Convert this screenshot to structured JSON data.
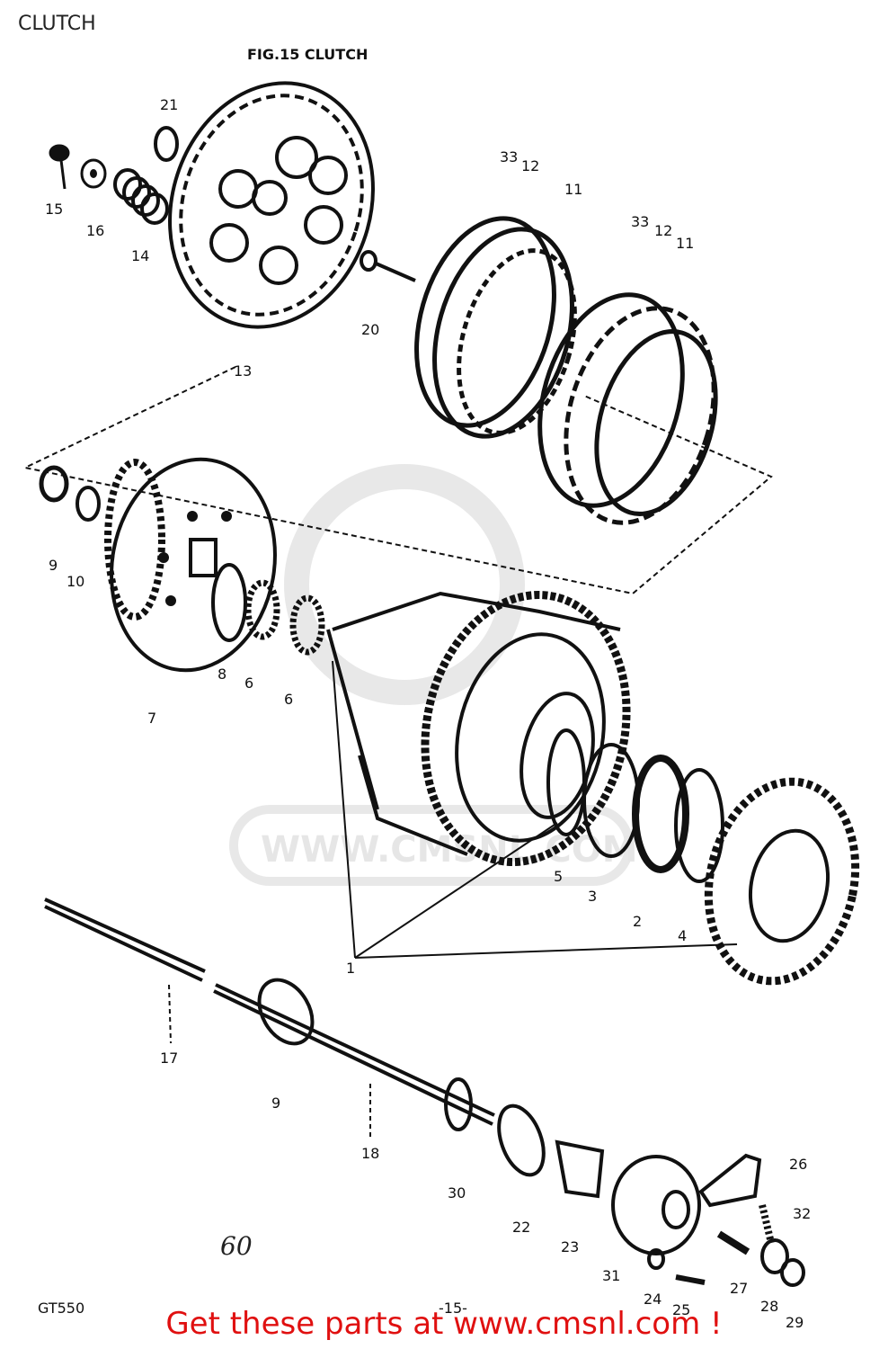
{
  "page_title": "CLUTCH",
  "figure_title": "FIG.15 CLUTCH",
  "watermark": "WWW.CMSNL.COM",
  "handwritten_note": "60",
  "model_code": "GT550",
  "page_number": "-15-",
  "footer_banner": "Get these parts at www.cmsnl.com !",
  "part_labels": [
    {
      "id": "p21",
      "text": "21"
    },
    {
      "id": "p15",
      "text": "15"
    },
    {
      "id": "p16",
      "text": "16"
    },
    {
      "id": "p14",
      "text": "14"
    },
    {
      "id": "p13",
      "text": "13"
    },
    {
      "id": "p20",
      "text": "20"
    },
    {
      "id": "p33a",
      "text": "33"
    },
    {
      "id": "p12a",
      "text": "12"
    },
    {
      "id": "p11a",
      "text": "11"
    },
    {
      "id": "p33b",
      "text": "33"
    },
    {
      "id": "p12b",
      "text": "12"
    },
    {
      "id": "p11b",
      "text": "11"
    },
    {
      "id": "p9a",
      "text": "9"
    },
    {
      "id": "p10",
      "text": "10"
    },
    {
      "id": "p8",
      "text": "8"
    },
    {
      "id": "p6a",
      "text": "6"
    },
    {
      "id": "p6b",
      "text": "6"
    },
    {
      "id": "p7",
      "text": "7"
    },
    {
      "id": "p5",
      "text": "5"
    },
    {
      "id": "p3",
      "text": "3"
    },
    {
      "id": "p2",
      "text": "2"
    },
    {
      "id": "p4",
      "text": "4"
    },
    {
      "id": "p1",
      "text": "1"
    },
    {
      "id": "p17",
      "text": "17"
    },
    {
      "id": "p9b",
      "text": "9"
    },
    {
      "id": "p18",
      "text": "18"
    },
    {
      "id": "p30",
      "text": "30"
    },
    {
      "id": "p22",
      "text": "22"
    },
    {
      "id": "p23",
      "text": "23"
    },
    {
      "id": "p31",
      "text": "31"
    },
    {
      "id": "p24",
      "text": "24"
    },
    {
      "id": "p25",
      "text": "25"
    },
    {
      "id": "p26",
      "text": "26"
    },
    {
      "id": "p32",
      "text": "32"
    },
    {
      "id": "p27",
      "text": "27"
    },
    {
      "id": "p28",
      "text": "28"
    },
    {
      "id": "p29",
      "text": "29"
    }
  ]
}
